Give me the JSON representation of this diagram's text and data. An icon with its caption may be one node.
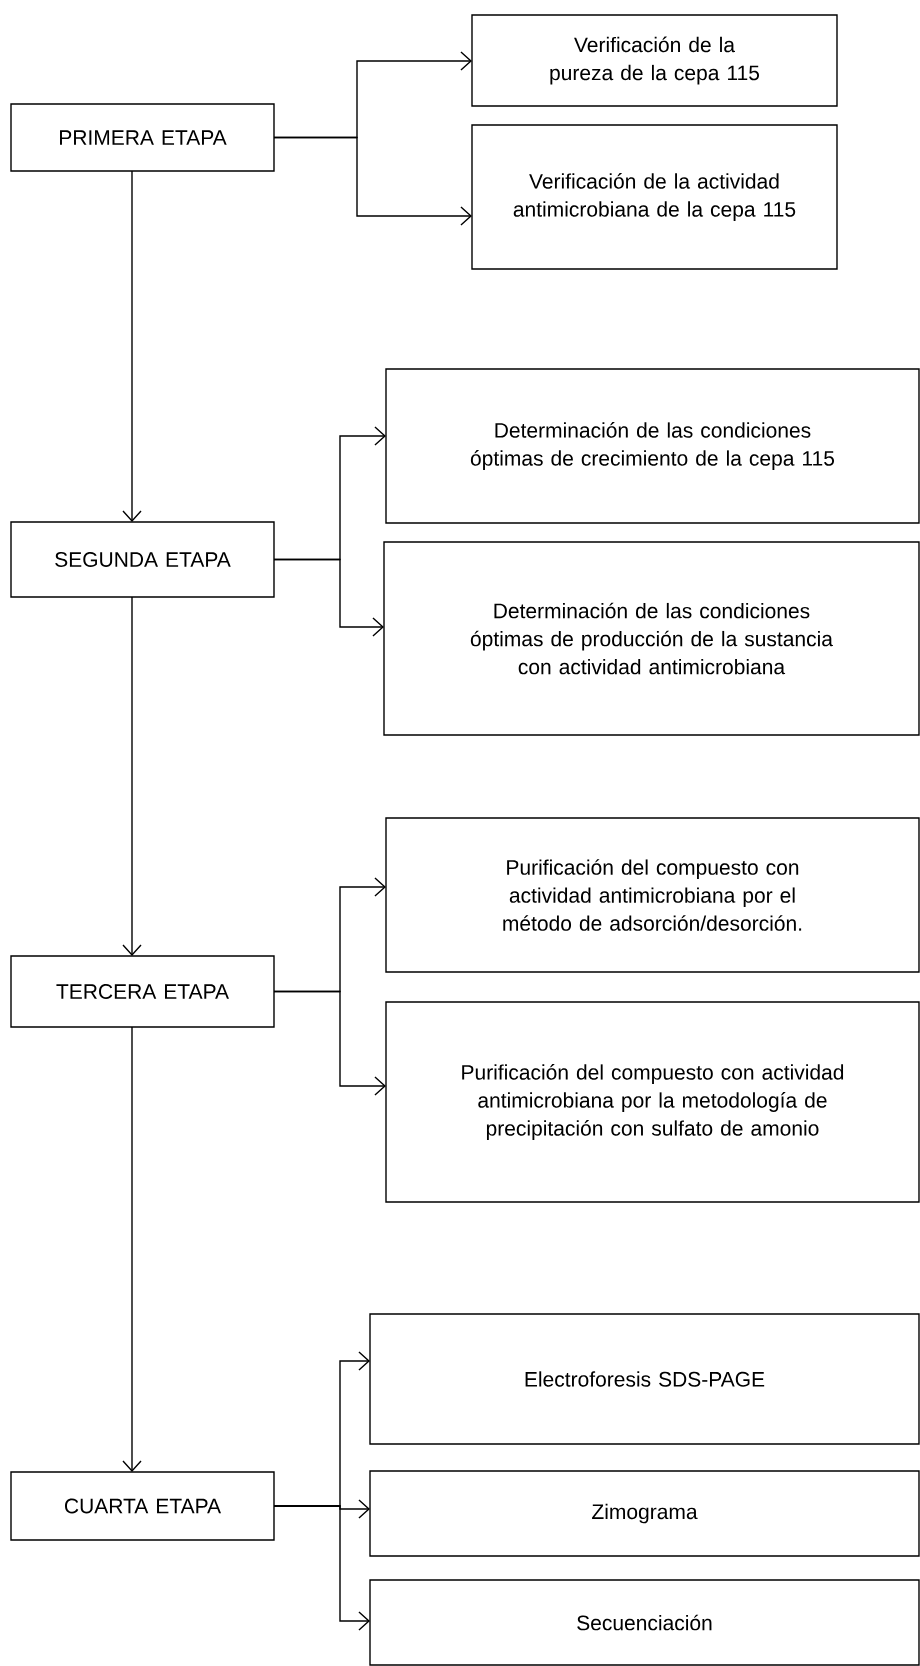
{
  "diagram": {
    "nodes": [
      {
        "text": [
          "PRIMERA ETAPA"
        ]
      },
      {
        "text": [
          "Verificación de la pureza de la cepa 115"
        ]
      },
      {
        "text": [
          "Verificación de la actividad antimicrobiana de la cepa 115"
        ]
      },
      {
        "text": [
          "SEGUNDA ETAPA"
        ]
      },
      {
        "text": [
          "Determinación de las condiciones óptimas de crecimiento de la cepa 115"
        ]
      },
      {
        "text": [
          "Determinación de las condiciones óptimas de producción de la sustancia con actividad antimicrobiana"
        ]
      },
      {
        "text": [
          "TERCERA ETAPA"
        ]
      },
      {
        "text": [
          "Purificación del compuesto con actividad antimicrobiana por el método de adsorción/desorción."
        ]
      },
      {
        "text": [
          "Purificación del compuesto con actividad antimicrobiana por la metodología de precipitación con sulfato de amonio"
        ]
      },
      {
        "text": [
          "CUARTA ETAPA"
        ]
      },
      {
        "text": [
          "Electroforesis SDS-PAGE"
        ]
      },
      {
        "text": [
          "Zimograma"
        ]
      },
      {
        "text": [
          "Secuenciación"
        ]
      }
    ],
    "edges": [
      {
        "from": 0,
        "to": 1,
        "arrow": "to"
      },
      {
        "from": 0,
        "to": 2,
        "arrow": "to"
      },
      {
        "from": 0,
        "to": 3,
        "arrow": "to"
      },
      {
        "from": 3,
        "to": 4,
        "arrow": "to"
      },
      {
        "from": 3,
        "to": 5,
        "arrow": "to"
      },
      {
        "from": 3,
        "to": 6,
        "arrow": "to"
      },
      {
        "from": 6,
        "to": 7,
        "arrow": "to"
      },
      {
        "from": 6,
        "to": 8,
        "arrow": "to"
      },
      {
        "from": 6,
        "to": 9,
        "arrow": "to"
      },
      {
        "from": 9,
        "to": 10,
        "arrow": "to"
      },
      {
        "from": 9,
        "to": 11,
        "arrow": "to"
      },
      {
        "from": 9,
        "to": 12,
        "arrow": "to"
      }
    ]
  }
}
